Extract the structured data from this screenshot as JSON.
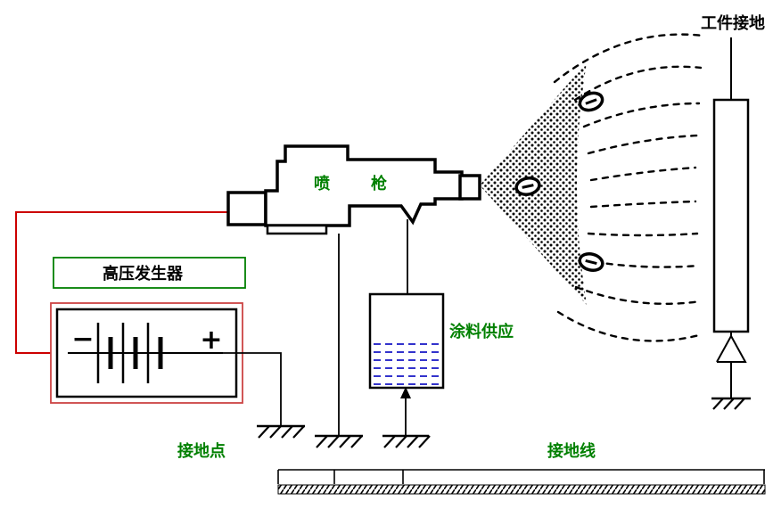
{
  "diagram": {
    "labels": {
      "workpiece_ground": "工件接地",
      "spray_gun": "喷枪",
      "hv_generator": "高压发生器",
      "paint_supply": "涂料供应",
      "ground_point": "接地点",
      "ground_wire": "接地线",
      "battery_minus": "−",
      "battery_plus": "+"
    },
    "colors": {
      "label_green": "#008000",
      "wire_red": "#cc0000",
      "box_red": "#cc4444",
      "liquid_blue": "#3333cc",
      "ink": "#000000"
    }
  }
}
